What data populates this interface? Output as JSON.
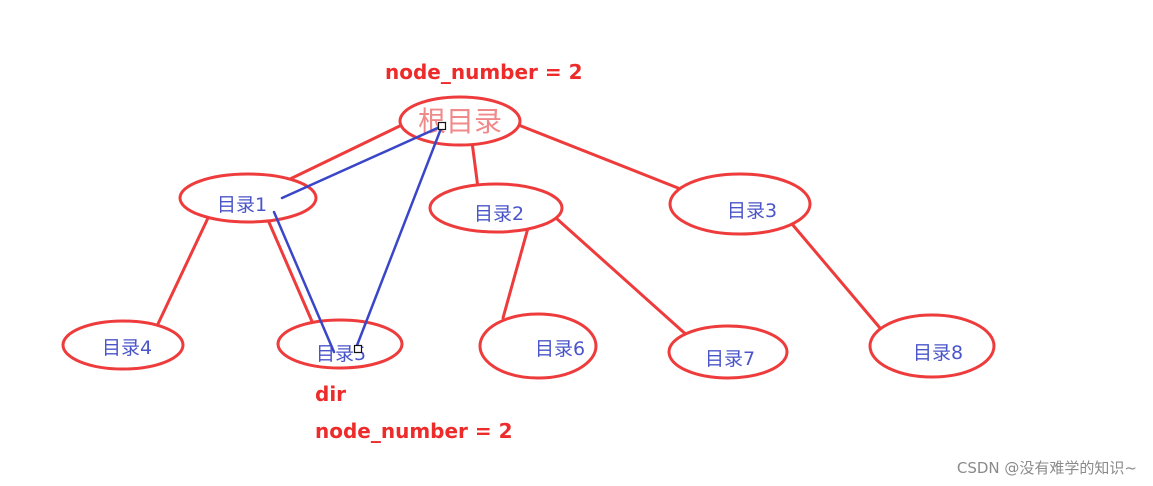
{
  "diagram": {
    "colors": {
      "tree_line": "#ee3b3b",
      "node_label": "#4a55c9",
      "root_label": "#f08a8a",
      "trace": "#3a46c8",
      "annotation": "#ee2b2b",
      "watermark": "#8a8a8a"
    },
    "nodes": {
      "root": "根目录",
      "dir1": "目录1",
      "dir2": "目录2",
      "dir3": "目录3",
      "dir4": "目录4",
      "dir5": "目录5",
      "dir6": "目录6",
      "dir7": "目录7",
      "dir8": "目录8"
    },
    "annotations": {
      "root_node_number": "node_number = 2",
      "dir5_name": "dir",
      "dir5_node_number": "node_number = 2"
    },
    "watermark": "CSDN @没有难学的知识~"
  }
}
